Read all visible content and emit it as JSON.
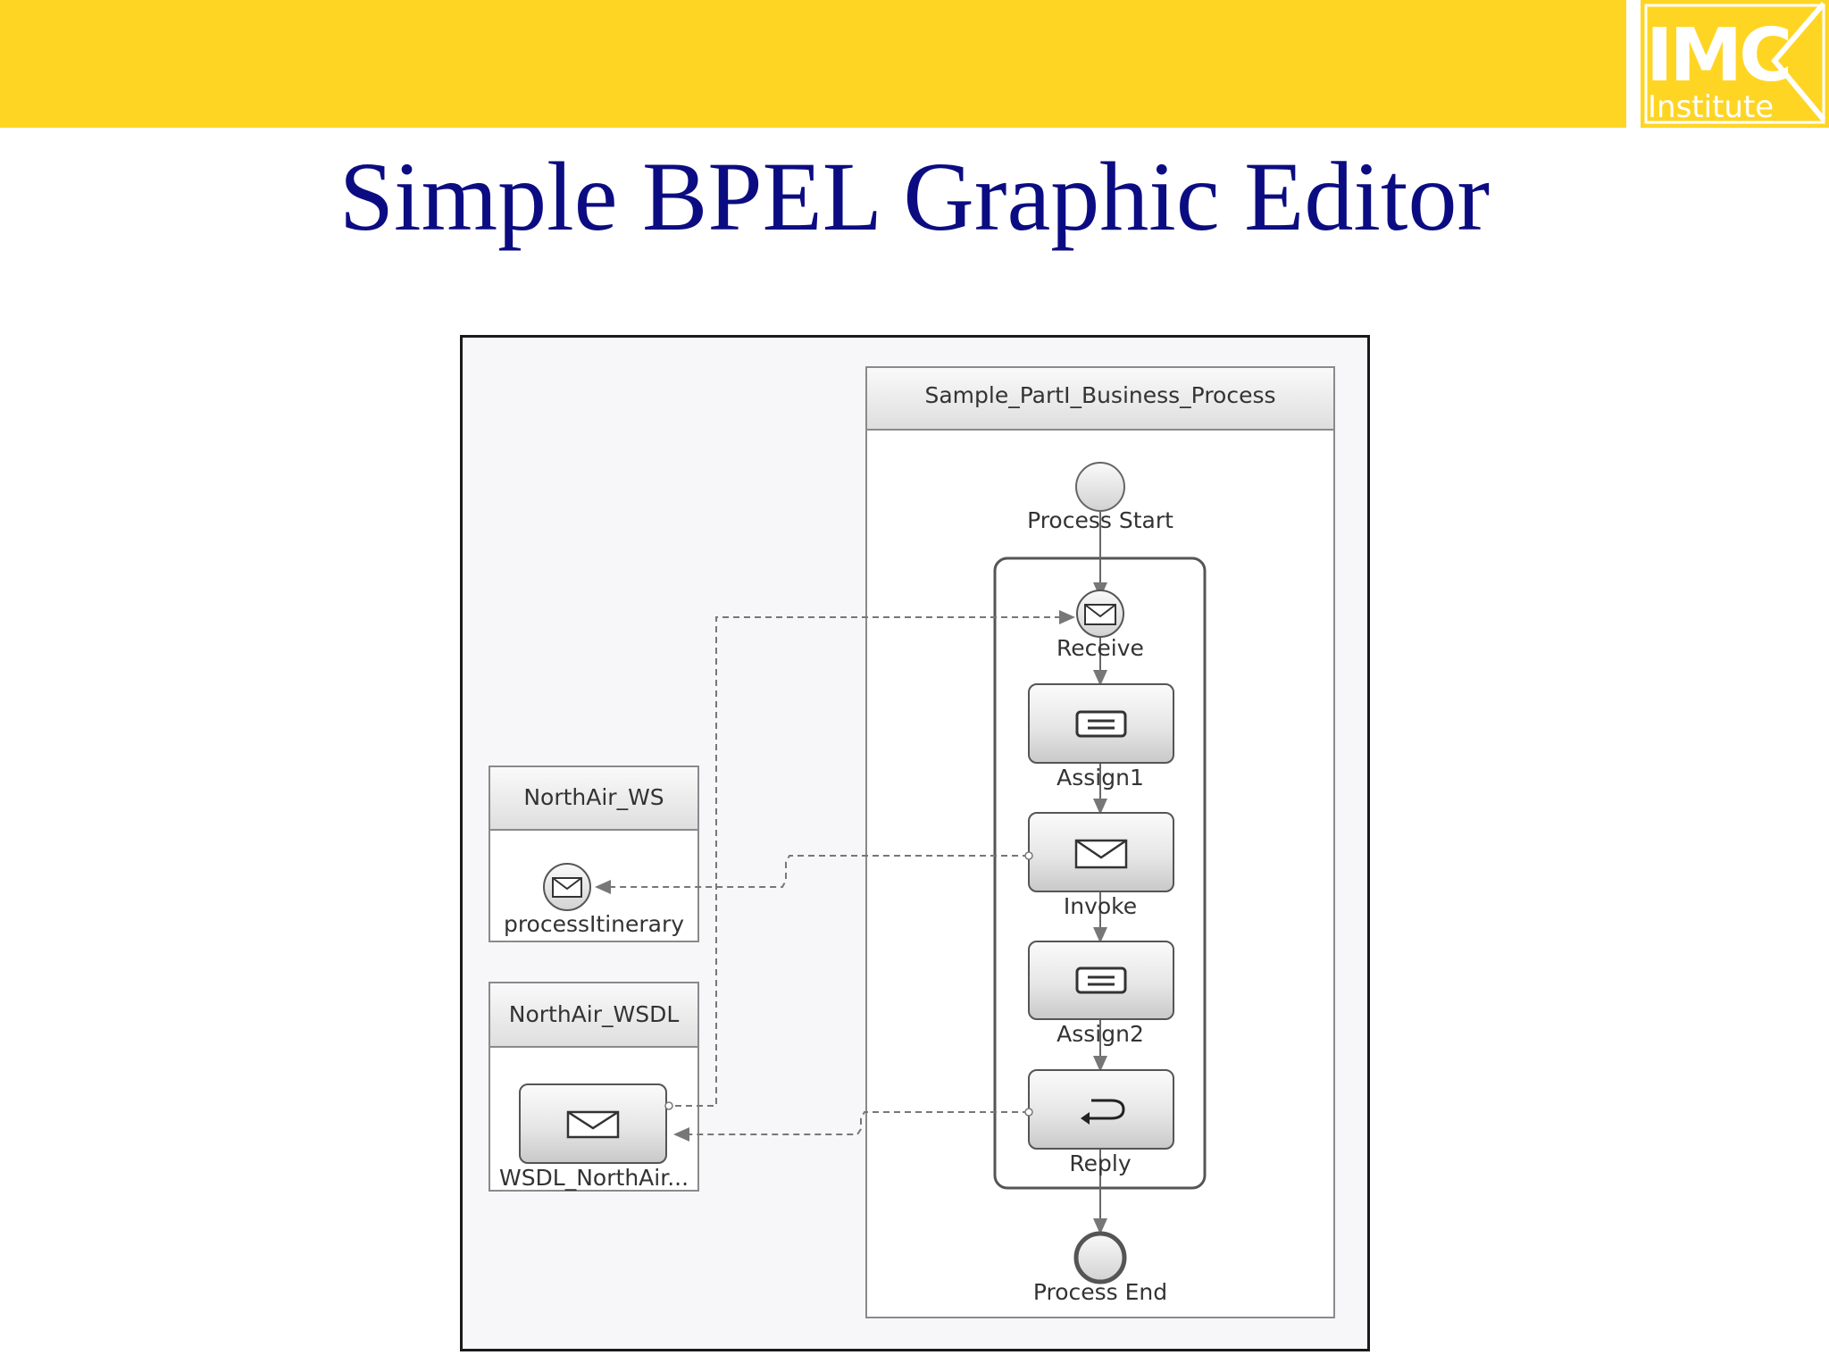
{
  "slide": {
    "title": "Simple BPEL Graphic Editor",
    "accent_color": "#FFD524",
    "title_color": "#0C0C82"
  },
  "logo": {
    "main": "IMC",
    "sub": "Institute"
  },
  "diagram": {
    "process_lane": "Sample_PartI_Business_Process",
    "start": "Process Start",
    "end": "Process End",
    "activities": [
      {
        "label": "Receive",
        "icon": "envelope-icon"
      },
      {
        "label": "Assign1",
        "icon": "assign-icon"
      },
      {
        "label": "Invoke",
        "icon": "envelope-icon"
      },
      {
        "label": "Assign2",
        "icon": "assign-icon"
      },
      {
        "label": "Reply",
        "icon": "reply-arrow-icon"
      }
    ],
    "partner_ws": {
      "title": "NorthAir_WS",
      "operation": "processItinerary"
    },
    "partner_wsdl": {
      "title": "NorthAir_WSDL",
      "item": "WSDL_NorthAir..."
    }
  }
}
